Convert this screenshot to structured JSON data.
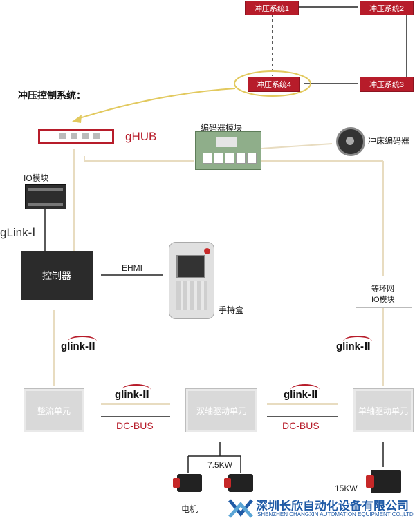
{
  "stamping_systems": {
    "sys1": "冲压系统1",
    "sys2": "冲压系统2",
    "sys3": "冲压系统3",
    "sys4": "冲压系统4"
  },
  "section_title": "冲压控制系统：",
  "ghub_label": "gHUB",
  "encoder_module_label": "编码器模块",
  "press_encoder_label": "冲床编码器",
  "io_module_label": "IO模块",
  "glink1_label": "gLink-Ⅰ",
  "controller_label": "控制器",
  "ehmi_label": "EHMI",
  "pendant_label": "手持盒",
  "ethernet_io_label_line1": "等环网",
  "ethernet_io_label_line2": "IO模块",
  "glink2_label": "glink-Ⅱ",
  "rectifier_label": "整流单元",
  "dual_axis_label": "双轴驱动单元",
  "single_axis_label": "单轴驱动单元",
  "dcbus_label": "DC-BUS",
  "motor_power_small": "7.5KW",
  "motor_power_large": "15KW",
  "motor_label": "电机",
  "company_name_cn": "深圳长欣自动化设备有限公司",
  "company_name_en": "SHENZHEN CHANGXIN AUTOMATION EQUIPMENT CO.,LTD",
  "colors": {
    "accent_red": "#b71c2a",
    "link_tan": "#e8dcc0",
    "controller_dark": "#2b2b2b",
    "unit_grey": "#d9d9d9",
    "arrow_yellow": "#e2c95e",
    "logo_blue": "#1f5aa6"
  }
}
